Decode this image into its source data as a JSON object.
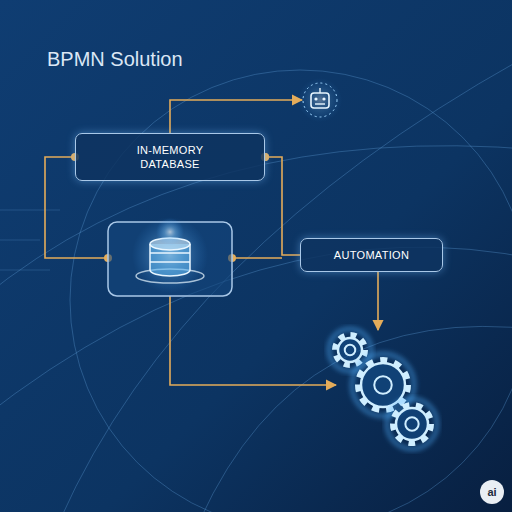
{
  "diagram": {
    "title": "BPMN Solution",
    "nodes": [
      {
        "text": [
          "IN-MEMORY DATABASE"
        ]
      },
      {
        "text": [
          "AUTOMATION"
        ]
      }
    ],
    "edges": [
      {
        "from": 0,
        "to": 1,
        "arrow": "none"
      }
    ],
    "labels": [
      "ai"
    ]
  }
}
